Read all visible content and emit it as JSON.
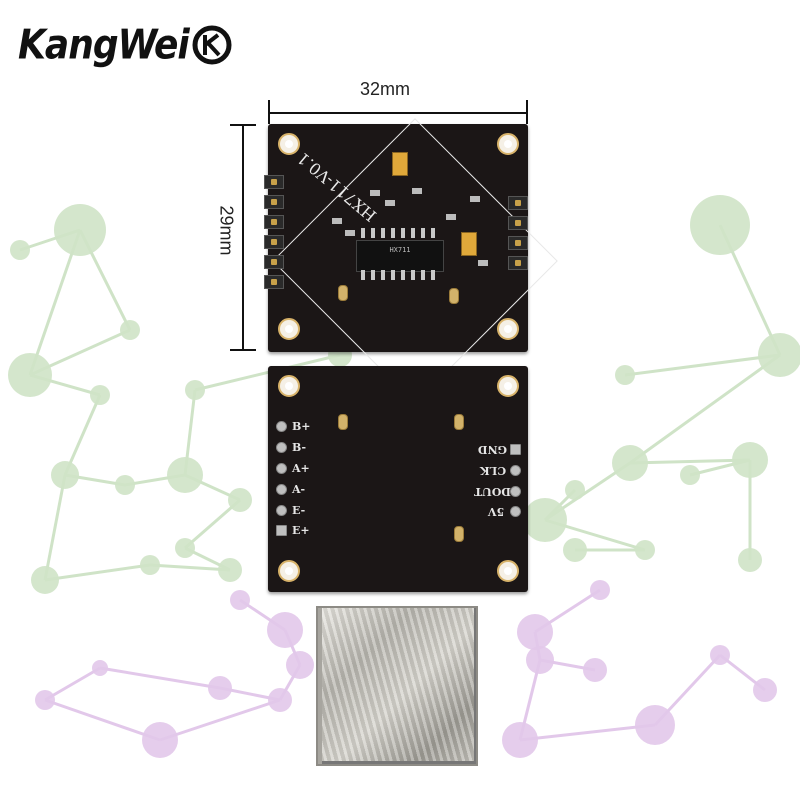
{
  "brand": {
    "name": "KangWei",
    "logo_letter": "K",
    "logo_icon": "kangwei-logo-icon"
  },
  "dimensions": {
    "width_label": "32mm",
    "height_label": "29mm"
  },
  "front_board": {
    "silkscreen_title": "HX711-V0.1",
    "chip_label": "HX711"
  },
  "back_board": {
    "left_pins": [
      "B+",
      "B-",
      "A+",
      "A-",
      "E-",
      "E+"
    ],
    "right_pins": [
      "GND",
      "CLK",
      "DOUT",
      "5V"
    ]
  },
  "shield": {
    "material": "metal shield cover"
  },
  "colors": {
    "pcb": "#1b1616",
    "silkscreen": "#e8e8e8",
    "gold": "#d8b36a",
    "network_green": "#cfe3c7",
    "network_purple": "#e2c8ea"
  }
}
